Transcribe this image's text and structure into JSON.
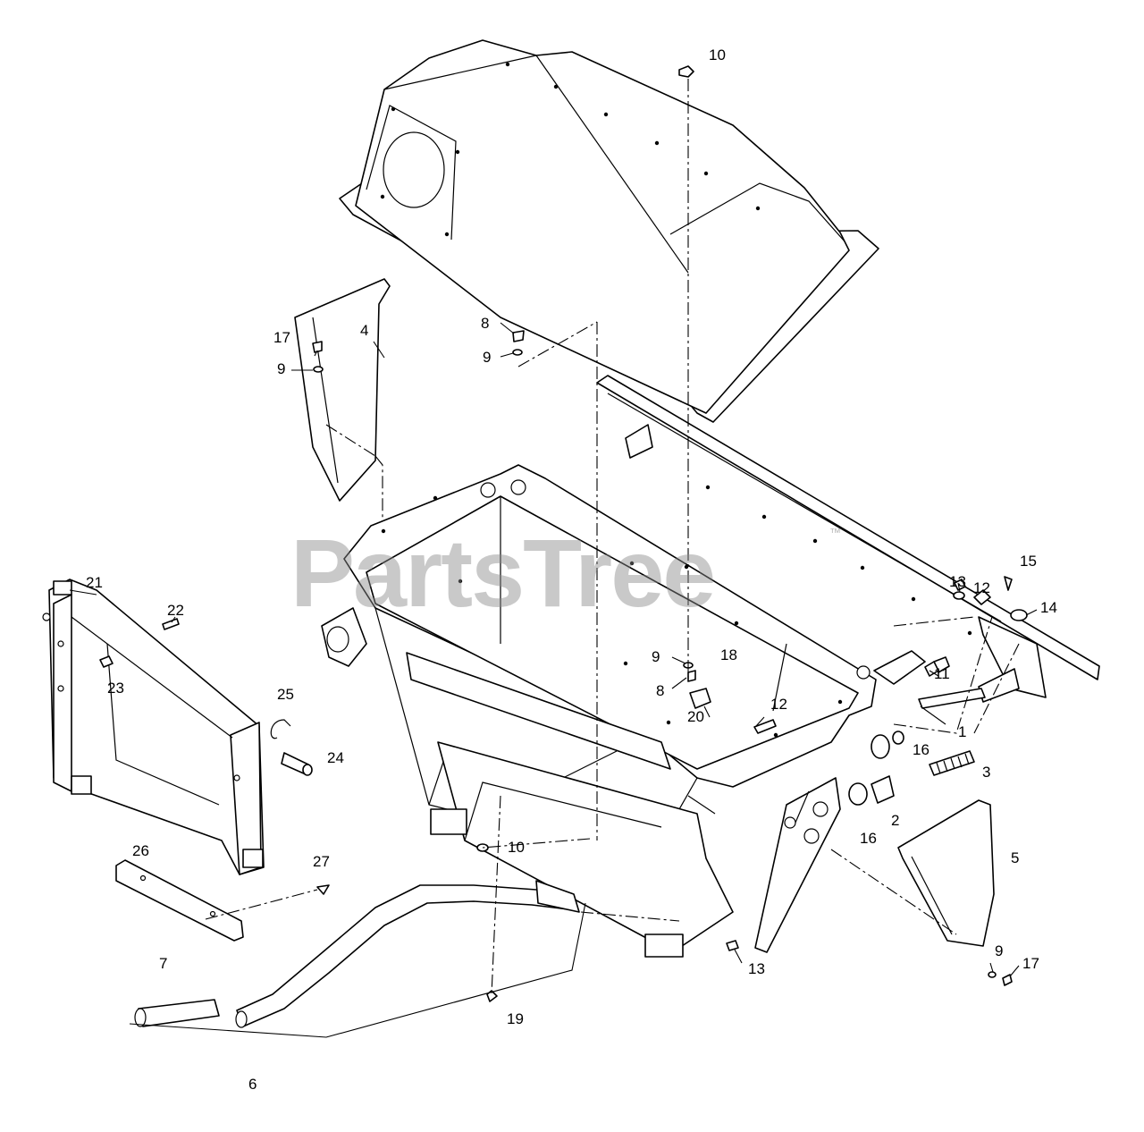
{
  "watermark": {
    "text": "PartsTree",
    "trademark": "™"
  },
  "callouts": [
    "10",
    "8",
    "9",
    "17",
    "9",
    "4",
    "21",
    "22",
    "23",
    "25",
    "24",
    "26",
    "27",
    "7",
    "6",
    "19",
    "10",
    "20",
    "9",
    "8",
    "18",
    "12",
    "13",
    "12",
    "15",
    "14",
    "11",
    "1",
    "16",
    "3",
    "2",
    "16",
    "5",
    "13",
    "9",
    "17"
  ]
}
